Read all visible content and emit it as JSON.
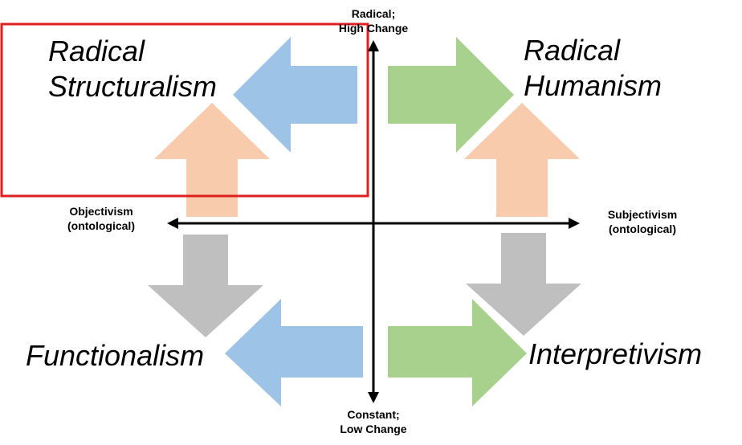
{
  "quadrants": {
    "top_left": {
      "line1": "Radical",
      "line2": "Structuralism"
    },
    "top_right": {
      "line1": "Radical",
      "line2": "Humanism"
    },
    "bottom_left": {
      "label": "Functionalism"
    },
    "bottom_right": {
      "label": "Interpretivism"
    }
  },
  "axes": {
    "top": {
      "line1": "Radical;",
      "line2": "High Change"
    },
    "bottom": {
      "line1": "Constant;",
      "line2": "Low Change"
    },
    "left": {
      "line1": "Objectivism",
      "line2": "(ontological)"
    },
    "right": {
      "line1": "Subjectivism",
      "line2": "(ontological)"
    }
  },
  "colors": {
    "blue_arrow": "#9dc3e6",
    "green_arrow": "#a9d18e",
    "peach_arrow": "#f8cbad",
    "gray_arrow": "#bfbfbf",
    "highlight_box": "#e02020",
    "axis_line": "#000000"
  }
}
